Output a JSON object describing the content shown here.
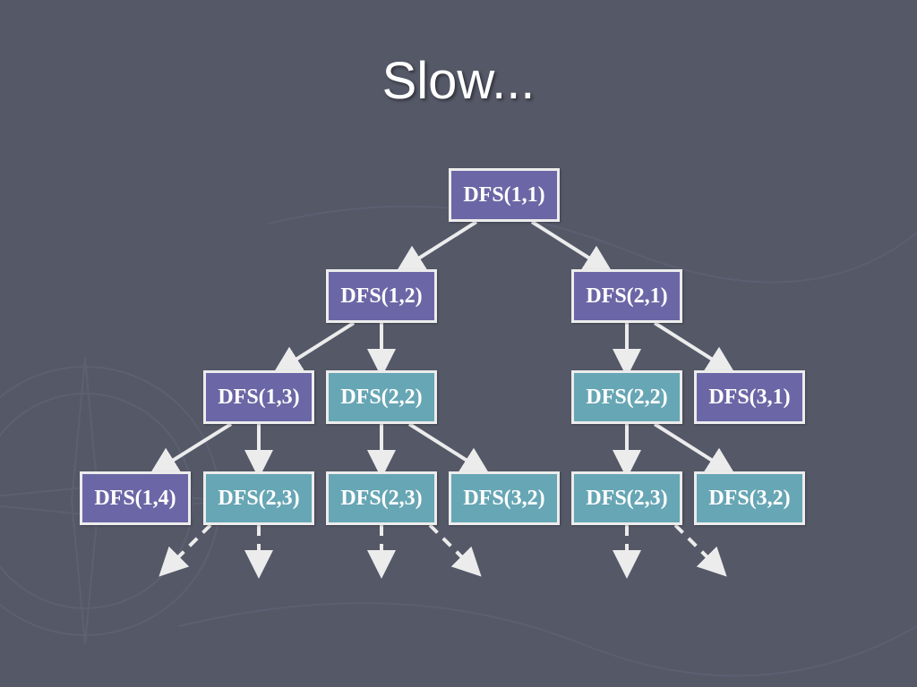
{
  "slide": {
    "title": "Slow..."
  },
  "colors": {
    "background": "#545867",
    "node_unique": "#6b67a6",
    "node_repeated": "#67a6b4",
    "edge": "#ececec"
  },
  "diagram": {
    "nodes": [
      {
        "id": "n11",
        "label": "DFS(1,1)",
        "variant": "unique"
      },
      {
        "id": "n12",
        "label": "DFS(1,2)",
        "variant": "unique"
      },
      {
        "id": "n21a",
        "label": "DFS(2,1)",
        "variant": "unique"
      },
      {
        "id": "n13",
        "label": "DFS(1,3)",
        "variant": "unique"
      },
      {
        "id": "n22a",
        "label": "DFS(2,2)",
        "variant": "repeated"
      },
      {
        "id": "n22b",
        "label": "DFS(2,2)",
        "variant": "repeated"
      },
      {
        "id": "n31",
        "label": "DFS(3,1)",
        "variant": "unique"
      },
      {
        "id": "n14",
        "label": "DFS(1,4)",
        "variant": "unique"
      },
      {
        "id": "n23a",
        "label": "DFS(2,3)",
        "variant": "repeated"
      },
      {
        "id": "n23b",
        "label": "DFS(2,3)",
        "variant": "repeated"
      },
      {
        "id": "n32a",
        "label": "DFS(3,2)",
        "variant": "repeated"
      },
      {
        "id": "n23c",
        "label": "DFS(2,3)",
        "variant": "repeated"
      },
      {
        "id": "n32b",
        "label": "DFS(3,2)",
        "variant": "repeated"
      }
    ],
    "edges": [
      {
        "from": "n11",
        "to": "n12",
        "style": "solid"
      },
      {
        "from": "n11",
        "to": "n21a",
        "style": "solid"
      },
      {
        "from": "n12",
        "to": "n13",
        "style": "solid"
      },
      {
        "from": "n12",
        "to": "n22a",
        "style": "solid"
      },
      {
        "from": "n21a",
        "to": "n22b",
        "style": "solid"
      },
      {
        "from": "n21a",
        "to": "n31",
        "style": "solid"
      },
      {
        "from": "n13",
        "to": "n14",
        "style": "solid"
      },
      {
        "from": "n13",
        "to": "n23a",
        "style": "solid"
      },
      {
        "from": "n22a",
        "to": "n23b",
        "style": "solid"
      },
      {
        "from": "n22a",
        "to": "n32a",
        "style": "solid"
      },
      {
        "from": "n22b",
        "to": "n23c",
        "style": "solid"
      },
      {
        "from": "n22b",
        "to": "n32b",
        "style": "solid"
      },
      {
        "from": "n23a",
        "to": null,
        "dir": "left",
        "style": "dashed"
      },
      {
        "from": "n23a",
        "to": null,
        "dir": "down",
        "style": "dashed"
      },
      {
        "from": "n23b",
        "to": null,
        "dir": "down",
        "style": "dashed"
      },
      {
        "from": "n23b",
        "to": null,
        "dir": "right",
        "style": "dashed"
      },
      {
        "from": "n23c",
        "to": null,
        "dir": "down",
        "style": "dashed"
      },
      {
        "from": "n23c",
        "to": null,
        "dir": "right",
        "style": "dashed"
      }
    ]
  }
}
